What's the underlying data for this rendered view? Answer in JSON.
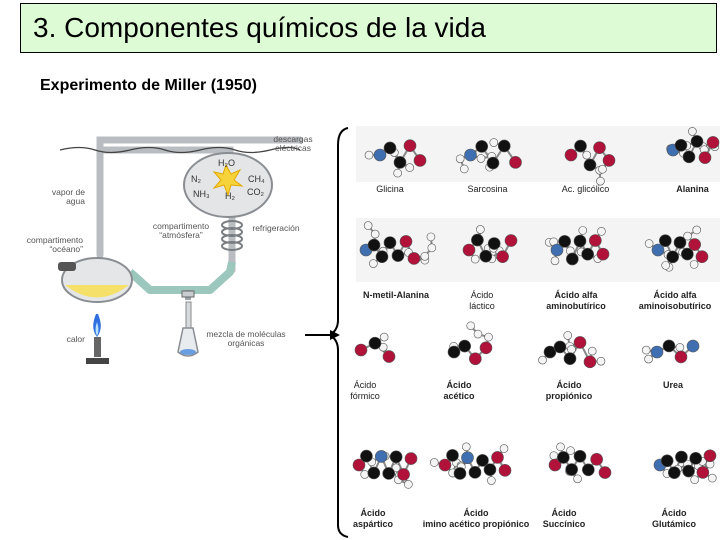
{
  "slide": {
    "title": "3. Componentes químicos de la vida",
    "subtitle": "Experimento de Miller (1950)"
  },
  "apparatus": {
    "labels": {
      "descargas": "descargas\neléctricas",
      "vapor": "vapor de\nagua",
      "oceano": "compartimento\n“océano”",
      "atmosfera": "compartimento\n“atmósfera”",
      "refrigeracion": "refrigeración",
      "calor": "calor",
      "mezcla": "mezcla de moléculas\norgánicas"
    },
    "gases": {
      "h2o": "H₂O",
      "n2": "N₂",
      "ch4": "CH₄",
      "nh3": "NH₃",
      "h2": "H₂",
      "co2": "CO₂"
    }
  },
  "molecules": {
    "row1": [
      "Glicina",
      "Sarcosina",
      "Ac. glicólico",
      "Alanina"
    ],
    "row2": [
      "N-metil-Alanina",
      "Ácido\nláctico",
      "Ácido alfa\naminobutírico",
      "Ácido alfa\naminoisobutírico"
    ],
    "row3": [
      "Ácido\nfórmico",
      "Ácido\nacético",
      "Ácido\npropiónico",
      "Urea"
    ],
    "row4": [
      "Ácido\naspártico",
      "Ácido\nimino acético propiónico",
      "Ácido\nSuccínico",
      "Ácido\nGlutámico"
    ]
  }
}
